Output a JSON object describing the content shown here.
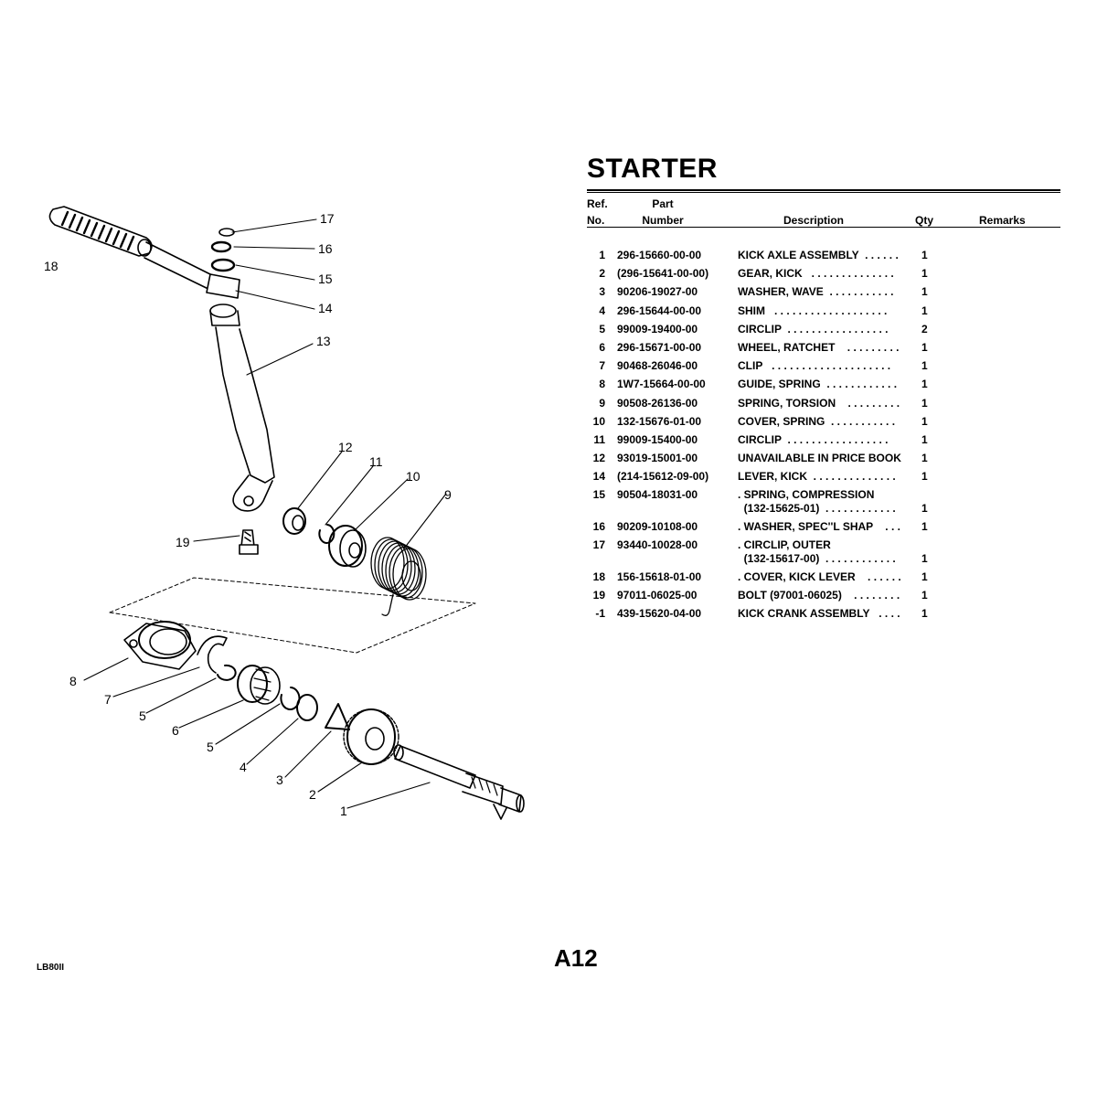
{
  "section_title": "STARTER",
  "columns": {
    "ref_line1": "Ref.",
    "ref_line2": "No.",
    "part_line1": "Part",
    "part_line2": "Number",
    "description": "Description",
    "qty": "Qty",
    "remarks": "Remarks"
  },
  "parts": [
    {
      "ref": "1",
      "part_number": "296-15660-00-00",
      "description": "KICK AXLE ASSEMBLY  . . . . . .",
      "qty": "1"
    },
    {
      "ref": "2",
      "part_number": "(296-15641-00-00)",
      "description": "GEAR, KICK   . . . . . . . . . . . . . .",
      "qty": "1"
    },
    {
      "ref": "3",
      "part_number": "90206-19027-00",
      "description": "WASHER, WAVE  . . . . . . . . . . .",
      "qty": "1"
    },
    {
      "ref": "4",
      "part_number": "296-15644-00-00",
      "description": "SHIM   . . . . . . . . . . . . . . . . . . .",
      "qty": "1"
    },
    {
      "ref": "5",
      "part_number": "99009-19400-00",
      "description": "CIRCLIP  . . . . . . . . . . . . . . . . .",
      "qty": "2"
    },
    {
      "ref": "6",
      "part_number": "296-15671-00-00",
      "description": "WHEEL, RATCHET    . . . . . . . . .",
      "qty": "1"
    },
    {
      "ref": "7",
      "part_number": "90468-26046-00",
      "description": "CLIP   . . . . . . . . . . . . . . . . . . . .",
      "qty": "1"
    },
    {
      "ref": "8",
      "part_number": "1W7-15664-00-00",
      "description": "GUIDE, SPRING  . . . . . . . . . . . .",
      "qty": "1"
    },
    {
      "ref": "9",
      "part_number": "90508-26136-00",
      "description": "SPRING, TORSION    . . . . . . . . .",
      "qty": "1"
    },
    {
      "ref": "10",
      "part_number": "132-15676-01-00",
      "description": "COVER, SPRING  . . . . . . . . . . .",
      "qty": "1"
    },
    {
      "ref": "11",
      "part_number": "99009-15400-00",
      "description": "CIRCLIP  . . . . . . . . . . . . . . . . .",
      "qty": "1"
    },
    {
      "ref": "12",
      "part_number": "93019-15001-00",
      "description": "UNAVAILABLE IN PRICE BOOK",
      "qty": "1"
    },
    {
      "ref": "14",
      "part_number": "(214-15612-09-00)",
      "description": "LEVER, KICK  . . . . . . . . . . . . . .",
      "qty": "1"
    },
    {
      "ref": "15",
      "part_number": "90504-18031-00",
      "description": ". SPRING, COMPRESSION",
      "description_line2": "  (132-15625-01)  . . . . . . . . . . . .",
      "qty": "1"
    },
    {
      "ref": "16",
      "part_number": "90209-10108-00",
      "description": ". WASHER, SPEC''L SHAP    . . .",
      "qty": "1"
    },
    {
      "ref": "17",
      "part_number": "93440-10028-00",
      "description": ". CIRCLIP, OUTER",
      "description_line2": "  (132-15617-00)  . . . . . . . . . . . .",
      "qty": "1"
    },
    {
      "ref": "18",
      "part_number": "156-15618-01-00",
      "description": ". COVER, KICK LEVER    . . . . . .",
      "qty": "1"
    },
    {
      "ref": "19",
      "part_number": "97011-06025-00",
      "description": "BOLT (97001-06025)    . . . . . . . .",
      "qty": "1"
    },
    {
      "ref": "-1",
      "part_number": "439-15620-04-00",
      "description": "KICK CRANK ASSEMBLY   . . . .",
      "qty": "1"
    }
  ],
  "diagram_callouts": [
    "1",
    "2",
    "3",
    "4",
    "5",
    "5",
    "6",
    "7",
    "8",
    "9",
    "10",
    "11",
    "12",
    "13",
    "14",
    "15",
    "16",
    "17",
    "18",
    "19"
  ],
  "page_code": "LB80II",
  "page_number": "A12"
}
